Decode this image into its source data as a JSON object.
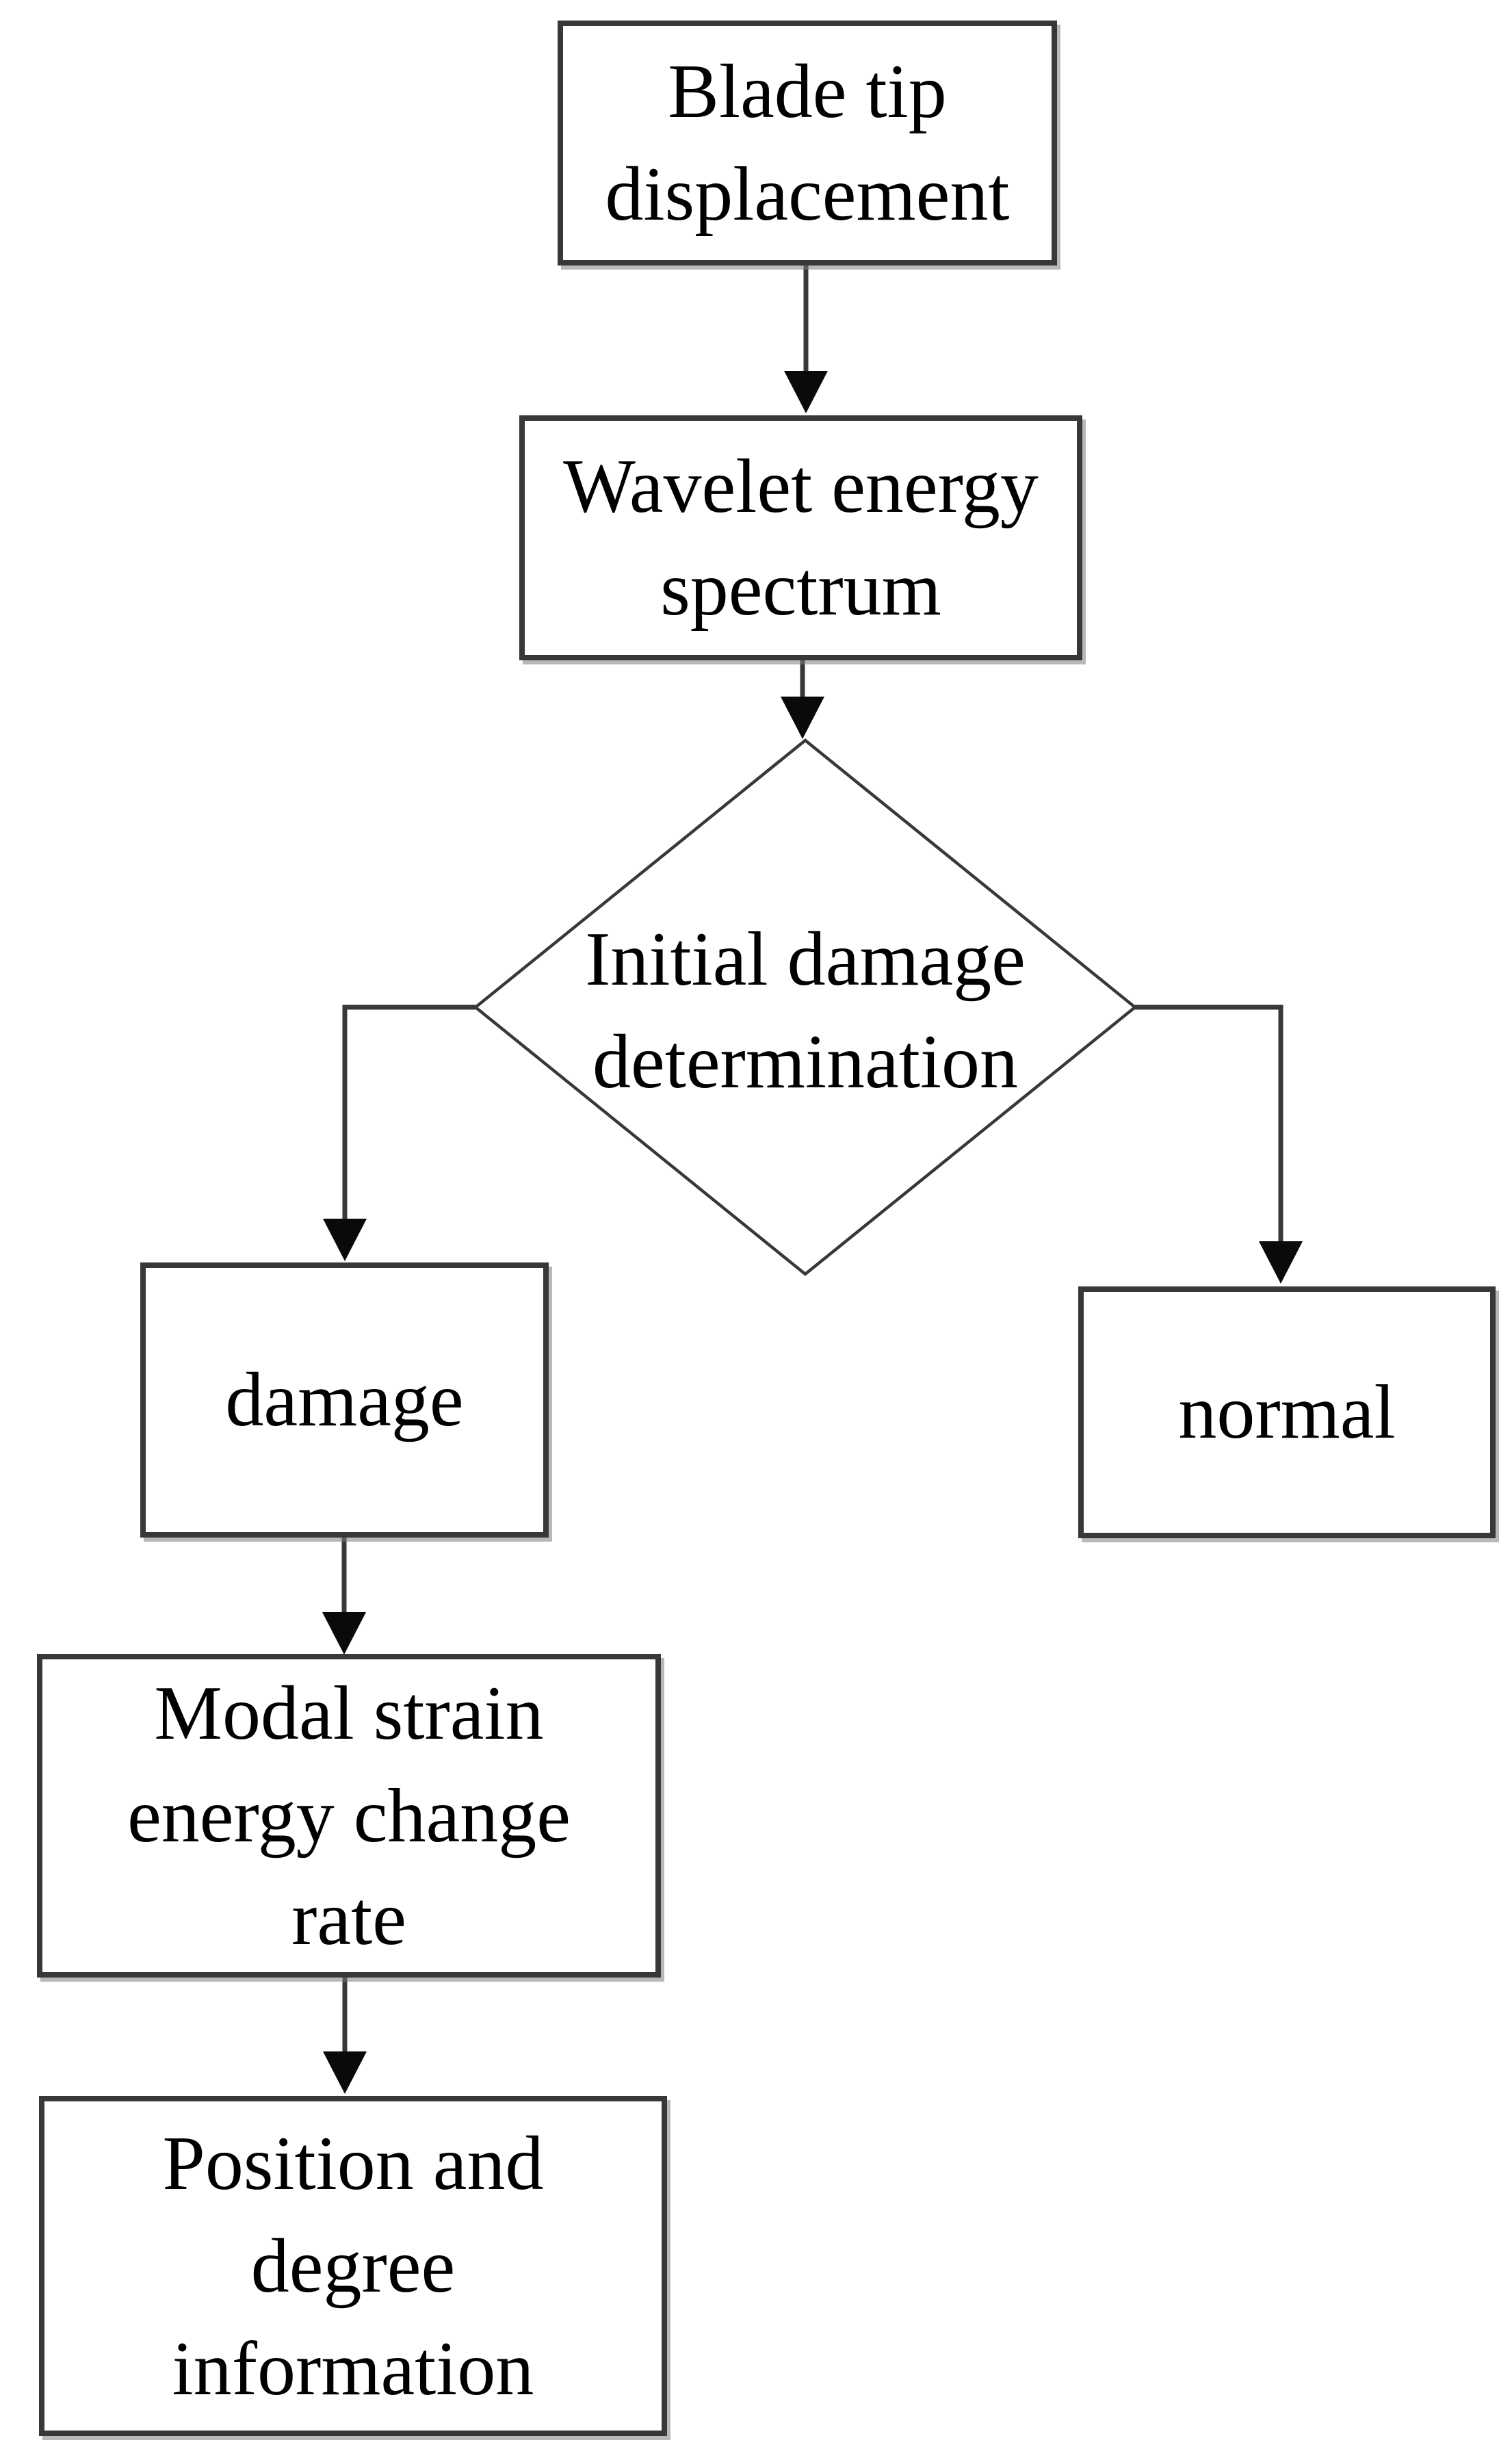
{
  "diagram": {
    "type": "flowchart",
    "nodes": {
      "blade_tip": {
        "shape": "rectangle",
        "label": "Blade tip displacement",
        "lines": [
          "Blade tip",
          "displacement"
        ]
      },
      "wavelet": {
        "shape": "rectangle",
        "label": "Wavelet energy spectrum",
        "lines": [
          "Wavelet energy",
          "spectrum"
        ]
      },
      "decision": {
        "shape": "diamond",
        "label": "Initial damage determination",
        "lines": [
          "Initial damage",
          "determination"
        ]
      },
      "damage": {
        "shape": "rectangle",
        "label": "damage",
        "lines": [
          "damage"
        ]
      },
      "normal": {
        "shape": "rectangle",
        "label": "normal",
        "lines": [
          "normal"
        ]
      },
      "modal": {
        "shape": "rectangle",
        "label": "Modal strain energy change rate",
        "lines": [
          "Modal strain",
          "energy change",
          "rate"
        ]
      },
      "position": {
        "shape": "rectangle",
        "label": "Position and degree information",
        "lines": [
          "Position and",
          "degree",
          "information"
        ]
      }
    },
    "edges": [
      {
        "from": "blade_tip",
        "to": "wavelet"
      },
      {
        "from": "wavelet",
        "to": "decision"
      },
      {
        "from": "decision",
        "to": "damage"
      },
      {
        "from": "decision",
        "to": "normal"
      },
      {
        "from": "damage",
        "to": "modal"
      },
      {
        "from": "modal",
        "to": "position"
      }
    ],
    "colors": {
      "background": "#ffffff",
      "box_border": "#383838",
      "line": "#383838",
      "arrowhead": "#0a0a0a",
      "text": "#000000"
    }
  }
}
